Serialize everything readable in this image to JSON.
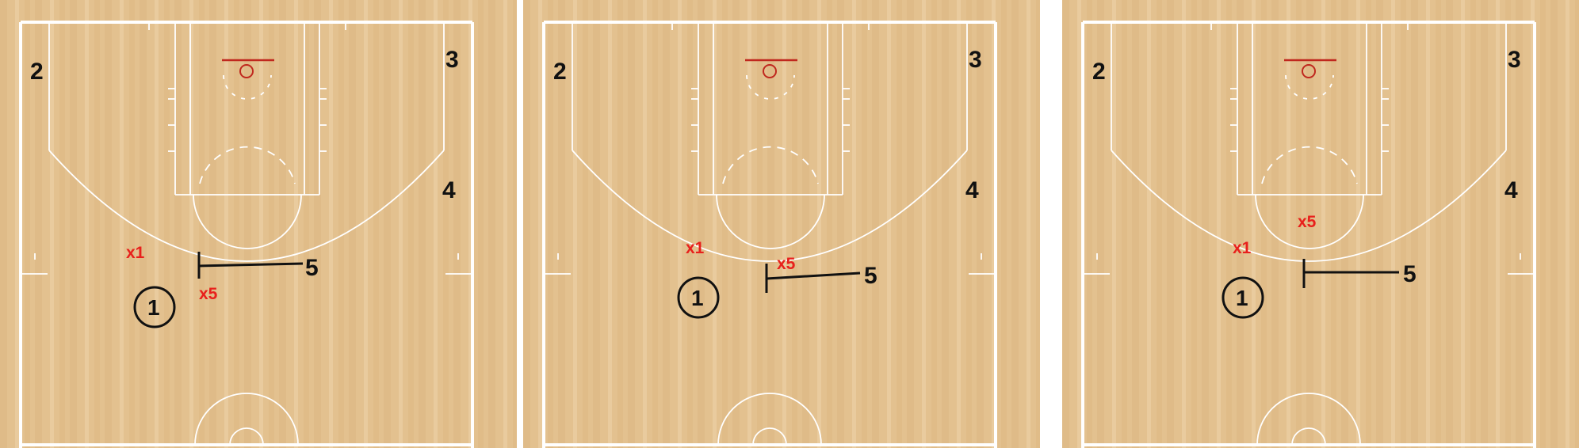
{
  "colors": {
    "wood_light": "#e6c79b",
    "wood_dark": "#d6ad76",
    "court_line": "#ffffff",
    "rim": "#c0281e",
    "offense": "#111111",
    "defense": "#e8201c"
  },
  "panels": [
    {
      "offense": {
        "p1": "1",
        "p2": "2",
        "p3": "3",
        "p4": "4",
        "p5": "5"
      },
      "defense": {
        "x1": "x1",
        "x5": "x5"
      }
    },
    {
      "offense": {
        "p1": "1",
        "p2": "2",
        "p3": "3",
        "p4": "4",
        "p5": "5"
      },
      "defense": {
        "x1": "x1",
        "x5": "x5"
      }
    },
    {
      "offense": {
        "p1": "1",
        "p2": "2",
        "p3": "3",
        "p4": "4",
        "p5": "5"
      },
      "defense": {
        "x1": "x1",
        "x5": "x5"
      }
    }
  ]
}
